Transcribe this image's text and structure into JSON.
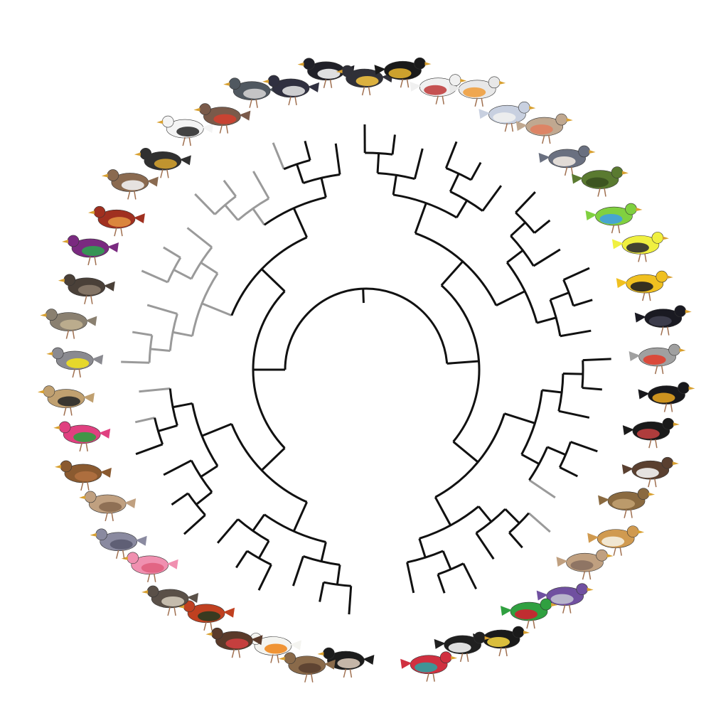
{
  "diagram": {
    "type": "circular-phylogenetic-tree",
    "branch_colors": {
      "primary": "#111111",
      "secondary": "#9a9a9a"
    },
    "leaves": [
      {
        "icon": "ostrich-illustration",
        "colors": [
          "#1c1c1c",
          "#d8c8b8"
        ],
        "gray": false
      },
      {
        "icon": "tinamou-illustration",
        "colors": [
          "#8a6a4a",
          "#5a4030"
        ],
        "gray": false
      },
      {
        "icon": "duck-illustration",
        "colors": [
          "#f4f4f0",
          "#f08a20"
        ],
        "gray": false
      },
      {
        "icon": "turkey-illustration",
        "colors": [
          "#5a3a2a",
          "#d04040"
        ],
        "gray": false
      },
      {
        "icon": "rooster-illustration",
        "colors": [
          "#c04020",
          "#2a3a20"
        ],
        "gray": false
      },
      {
        "icon": "grebe-illustration",
        "colors": [
          "#5a5048",
          "#d0c8b8"
        ],
        "gray": false
      },
      {
        "icon": "flamingo-illustration",
        "colors": [
          "#f090b0",
          "#e06080"
        ],
        "gray": false
      },
      {
        "icon": "pigeon-illustration",
        "colors": [
          "#8a8aa0",
          "#5a5a70"
        ],
        "gray": false
      },
      {
        "icon": "sandgrouse-illustration",
        "colors": [
          "#c0a080",
          "#8a6a50"
        ],
        "gray": false
      },
      {
        "icon": "mesite-illustration",
        "colors": [
          "#8a5a30",
          "#b07040"
        ],
        "gray": false
      },
      {
        "icon": "turaco-illustration",
        "colors": [
          "#e04080",
          "#30a040"
        ],
        "gray": true
      },
      {
        "icon": "bustard-illustration",
        "colors": [
          "#c0a070",
          "#2a2a2a"
        ],
        "gray": true
      },
      {
        "icon": "cuckoo-illustration",
        "colors": [
          "#8a8a90",
          "#f0e020"
        ],
        "gray": true
      },
      {
        "icon": "nightjar-illustration",
        "colors": [
          "#8a8070",
          "#c0b090"
        ],
        "gray": true
      },
      {
        "icon": "swift-illustration",
        "colors": [
          "#4a4038",
          "#8a7a6a"
        ],
        "gray": true
      },
      {
        "icon": "hummingbird-illustration",
        "colors": [
          "#7a2a80",
          "#30a050"
        ],
        "gray": true
      },
      {
        "icon": "hoatzin-illustration",
        "colors": [
          "#a03020",
          "#e09040"
        ],
        "gray": true
      },
      {
        "icon": "killdeer-illustration",
        "colors": [
          "#8a6a50",
          "#f0f0f0"
        ],
        "gray": true
      },
      {
        "icon": "crowned-crane-illustration",
        "colors": [
          "#303030",
          "#d0a030"
        ],
        "gray": true
      },
      {
        "icon": "tropicbird-illustration",
        "colors": [
          "#f4f4f4",
          "#303030"
        ],
        "gray": true
      },
      {
        "icon": "sunbittern-illustration",
        "colors": [
          "#7a5a4a",
          "#d04030"
        ],
        "gray": true
      },
      {
        "icon": "loon-illustration",
        "colors": [
          "#505860",
          "#d0d0d0"
        ],
        "gray": true
      },
      {
        "icon": "albatross-illustration",
        "colors": [
          "#303040",
          "#e0e0e0"
        ],
        "gray": false
      },
      {
        "icon": "penguin-illustration",
        "colors": [
          "#202028",
          "#f4f4f4"
        ],
        "gray": false
      },
      {
        "icon": "emperor-penguin-illustration",
        "colors": [
          "#303038",
          "#f0c040"
        ],
        "gray": false
      },
      {
        "icon": "cormorant-illustration",
        "colors": [
          "#1a1a1a",
          "#e0b030"
        ],
        "gray": false
      },
      {
        "icon": "ibis-illustration",
        "colors": [
          "#f0f0f0",
          "#c04040"
        ],
        "gray": false
      },
      {
        "icon": "pelican-illustration",
        "colors": [
          "#e8e8e8",
          "#f0a040"
        ],
        "gray": false
      },
      {
        "icon": "heron-illustration",
        "colors": [
          "#c8d0e0",
          "#f0f0f0"
        ],
        "gray": false
      },
      {
        "icon": "seriema-illustration",
        "colors": [
          "#c0a890",
          "#e08060"
        ],
        "gray": false
      },
      {
        "icon": "falcon-illustration",
        "colors": [
          "#6a7080",
          "#f0e8e0"
        ],
        "gray": false
      },
      {
        "icon": "kea-illustration",
        "colors": [
          "#5a7a30",
          "#3a5020"
        ],
        "gray": false
      },
      {
        "icon": "budgerigar-illustration",
        "colors": [
          "#80d040",
          "#40a0e0"
        ],
        "gray": false
      },
      {
        "icon": "manakin-illustration",
        "colors": [
          "#f0f040",
          "#303030"
        ],
        "gray": false
      },
      {
        "icon": "oriole-illustration",
        "colors": [
          "#f0c020",
          "#202020"
        ],
        "gray": false
      },
      {
        "icon": "crow-illustration",
        "colors": [
          "#1a1a22",
          "#404050"
        ],
        "gray": false
      },
      {
        "icon": "finch-illustration",
        "colors": [
          "#a0a0a0",
          "#e04030"
        ],
        "gray": false
      },
      {
        "icon": "blackbird-illustration",
        "colors": [
          "#18181c",
          "#e0a020"
        ],
        "gray": false
      },
      {
        "icon": "condor-illustration",
        "colors": [
          "#1a1a1a",
          "#c04040"
        ],
        "gray": false
      },
      {
        "icon": "bald-eagle-illustration",
        "colors": [
          "#5a4030",
          "#f4f4f4"
        ],
        "gray": false
      },
      {
        "icon": "golden-eagle-illustration",
        "colors": [
          "#8a6a40",
          "#c0a070"
        ],
        "gray": false
      },
      {
        "icon": "barn-owl-illustration",
        "colors": [
          "#d09a50",
          "#f4f0e0"
        ],
        "gray": true
      },
      {
        "icon": "mousebird-illustration",
        "colors": [
          "#c0a080",
          "#8a7060"
        ],
        "gray": true
      },
      {
        "icon": "cuckoo-roller-illustration",
        "colors": [
          "#7050a0",
          "#c0c0d0"
        ],
        "gray": false
      },
      {
        "icon": "trogon-illustration",
        "colors": [
          "#30a040",
          "#d02030"
        ],
        "gray": false
      },
      {
        "icon": "hornbill-illustration",
        "colors": [
          "#1a1a1a",
          "#f0d040"
        ],
        "gray": false
      },
      {
        "icon": "woodpecker-illustration",
        "colors": [
          "#202020",
          "#f4f4f4"
        ],
        "gray": false
      },
      {
        "icon": "bee-eater-illustration",
        "colors": [
          "#d03040",
          "#30a0a0"
        ],
        "gray": false
      }
    ]
  }
}
